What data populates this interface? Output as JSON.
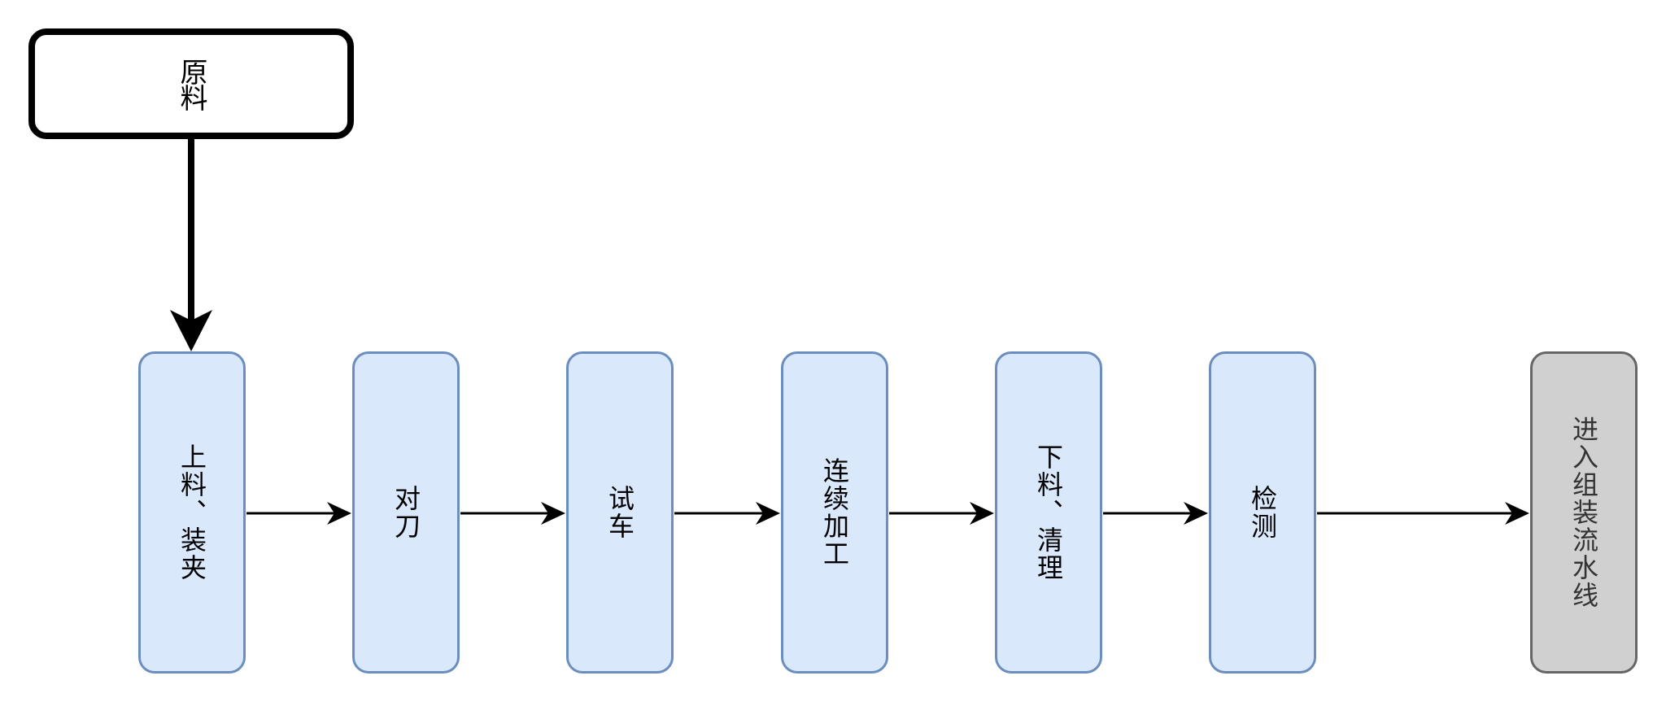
{
  "colors": {
    "step_fill": "#dae8fc",
    "step_stroke": "#6c8ebf",
    "final_fill": "#d0d0d0",
    "final_stroke": "#666666"
  },
  "source": {
    "label": "原料"
  },
  "steps": [
    {
      "label": "上料、装夹"
    },
    {
      "label": "对刀"
    },
    {
      "label": "试车"
    },
    {
      "label": "连续加工"
    },
    {
      "label": "下料、清理"
    },
    {
      "label": "检测"
    },
    {
      "label": "进入组装流水线"
    }
  ]
}
